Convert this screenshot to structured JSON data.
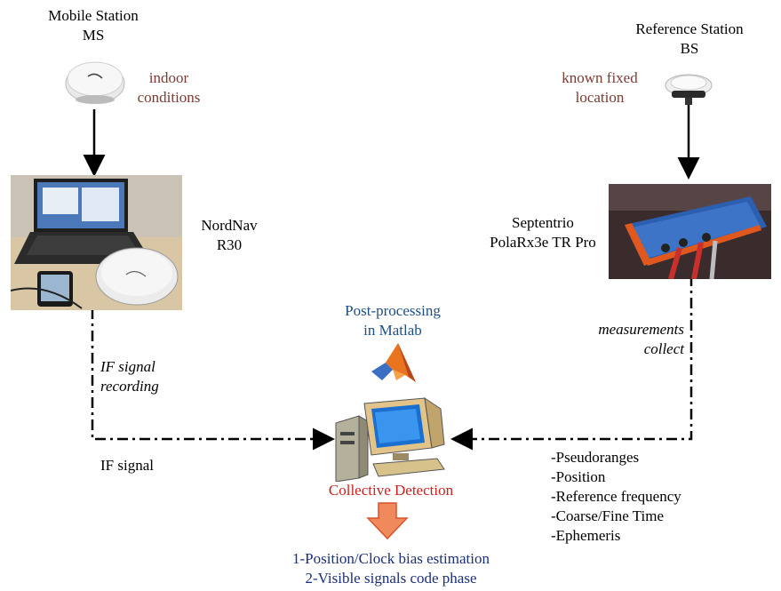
{
  "mobile_station": {
    "title_line1": "Mobile Station",
    "title_line2": "MS",
    "condition_line1": "indoor",
    "condition_line2": "conditions"
  },
  "reference_station": {
    "title_line1": "Reference Station",
    "title_line2": "BS",
    "location_line1": "known fixed",
    "location_line2": "location"
  },
  "nordnav": {
    "line1": "NordNav",
    "line2": "R30"
  },
  "septentrio": {
    "line1": "Septentrio",
    "line2": "PolaRx3e TR Pro"
  },
  "post_processing": {
    "line1": "Post-processing",
    "line2": "in Matlab"
  },
  "if_recording": {
    "line1": "IF signal",
    "line2": "recording"
  },
  "measurements": {
    "line1": "measurements",
    "line2": "collect"
  },
  "if_signal_label": "IF signal",
  "collective_detection": "Collective Detection",
  "measurement_list": [
    "-Pseudoranges",
    "-Position",
    "-Reference frequency",
    "-Coarse/Fine Time",
    "-Ephemeris"
  ],
  "outputs": {
    "line1": "1-Position/Clock bias estimation",
    "line2": "2-Visible signals code phase"
  },
  "colors": {
    "brown_text": "#7a3b32",
    "blue_text": "#1d4f86",
    "red_text": "#cc1f1f",
    "navy_text": "#1c2f7a",
    "arrow_fill": "#f08a5d",
    "arrow_stroke": "#d9532b"
  }
}
